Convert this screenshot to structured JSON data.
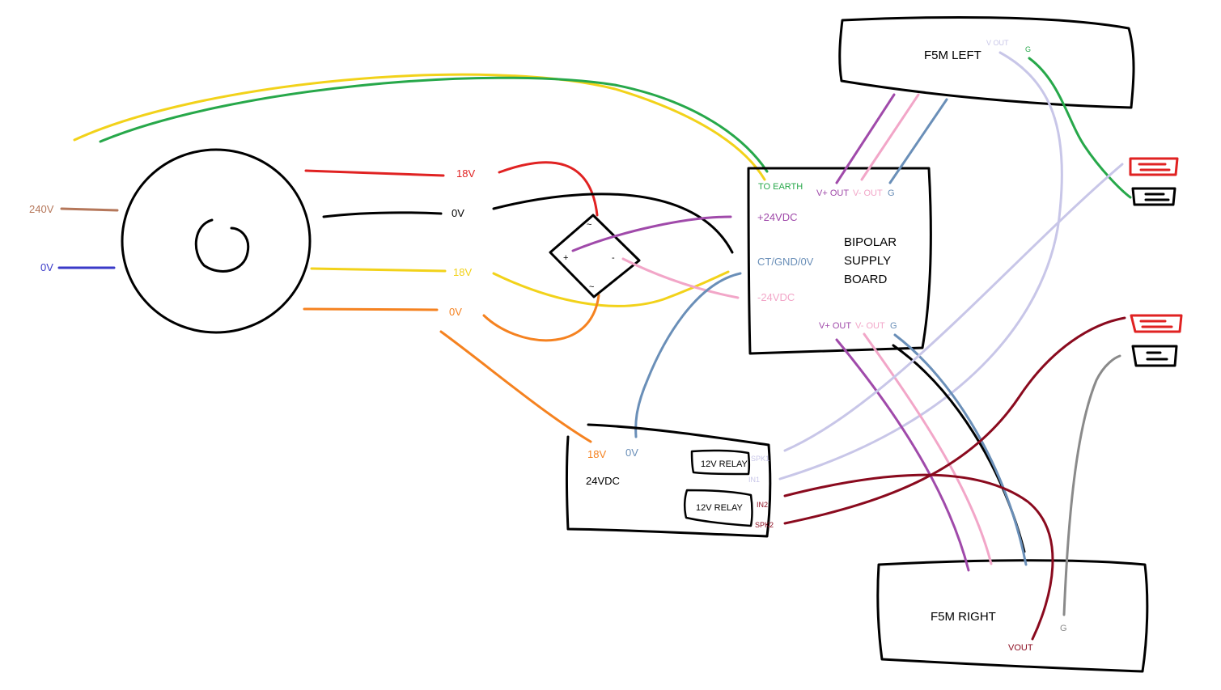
{
  "colors": {
    "brown": "#b5775a",
    "blue": "#3a3ac8",
    "red": "#e02222",
    "black": "#000000",
    "yellow": "#f2d21a",
    "orange": "#f58220",
    "purple": "#a04aaa",
    "pink": "#f2a6c8",
    "steel": "#6a8fb8",
    "green": "#27a84a",
    "lavender": "#c8c6e8",
    "maroon": "#8a0a1e",
    "grey": "#8a8a8a"
  },
  "mains": {
    "live": "240V",
    "neutral": "0V"
  },
  "transformer_taps": {
    "t1": "18V",
    "t2": "0V",
    "t3": "18V",
    "t4": "0V"
  },
  "rectifier": {
    "ac1": "~",
    "ac2": "~",
    "plus": "+",
    "minus": "-"
  },
  "bipolar_board": {
    "title": [
      "BIPOLAR",
      "SUPPLY",
      "BOARD"
    ],
    "to_earth": "TO EARTH",
    "pos_rail": "+24VDC",
    "ct": "CT/GND/0V",
    "neg_rail": "-24VDC",
    "top_vplus": "V+ OUT",
    "top_vminus": "V- OUT",
    "top_g": "G",
    "bot_vplus": "V+ OUT",
    "bot_vminus": "V- OUT",
    "bot_g": "G"
  },
  "relay_board": {
    "in_18v": "18V",
    "in_0v": "0V",
    "name": "24VDC",
    "relay1": "12V RELAY",
    "relay2": "12V RELAY",
    "spk1": "SPK1",
    "in1": "IN1",
    "in2": "IN2",
    "spk2": "SPK2"
  },
  "amp_left": {
    "name": "F5M LEFT",
    "vout": "V OUT",
    "g": "G"
  },
  "amp_right": {
    "name": "F5M RIGHT",
    "vout": "VOUT",
    "g": "G"
  }
}
